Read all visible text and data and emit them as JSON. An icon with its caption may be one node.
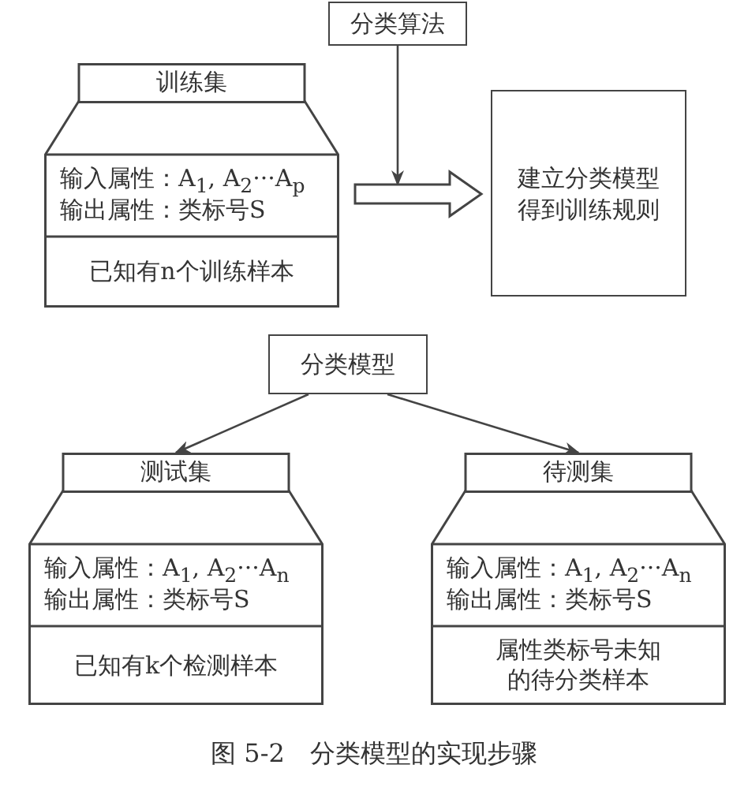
{
  "diagram": {
    "caption": "图 5-2　分类模型的实现步骤",
    "nodes": [
      {
        "text": [
          "分类算法"
        ]
      },
      {
        "text": [
          "训练集",
          "输入属性：A$_{1}$, A$_{2}$···A$_{p}$",
          "输出属性：类标号S",
          "已知有n个训练样本"
        ]
      },
      {
        "text": [
          "建立分类模型得到训练规则"
        ]
      },
      {
        "text": [
          "分类模型"
        ]
      },
      {
        "text": [
          "测试集",
          "输入属性：A$_{1}$, A$_{2}$···A$_{n}$",
          "输出属性：类标号S",
          "已知有k个检测样本"
        ]
      },
      {
        "text": [
          "待测集",
          "输入属性：A$_{1}$, A$_{2}$···A$_{n}$",
          "输出属性：类标号S",
          "属性类标号未知的待分类样本"
        ]
      }
    ],
    "edges": [
      {
        "from": 0,
        "to": null,
        "arrow": "to"
      },
      {
        "from": 1,
        "to": 2,
        "arrow": "to",
        "style": "thick"
      },
      {
        "from": 3,
        "to": 4,
        "arrow": "to"
      },
      {
        "from": 3,
        "to": 5,
        "arrow": "to"
      }
    ]
  }
}
